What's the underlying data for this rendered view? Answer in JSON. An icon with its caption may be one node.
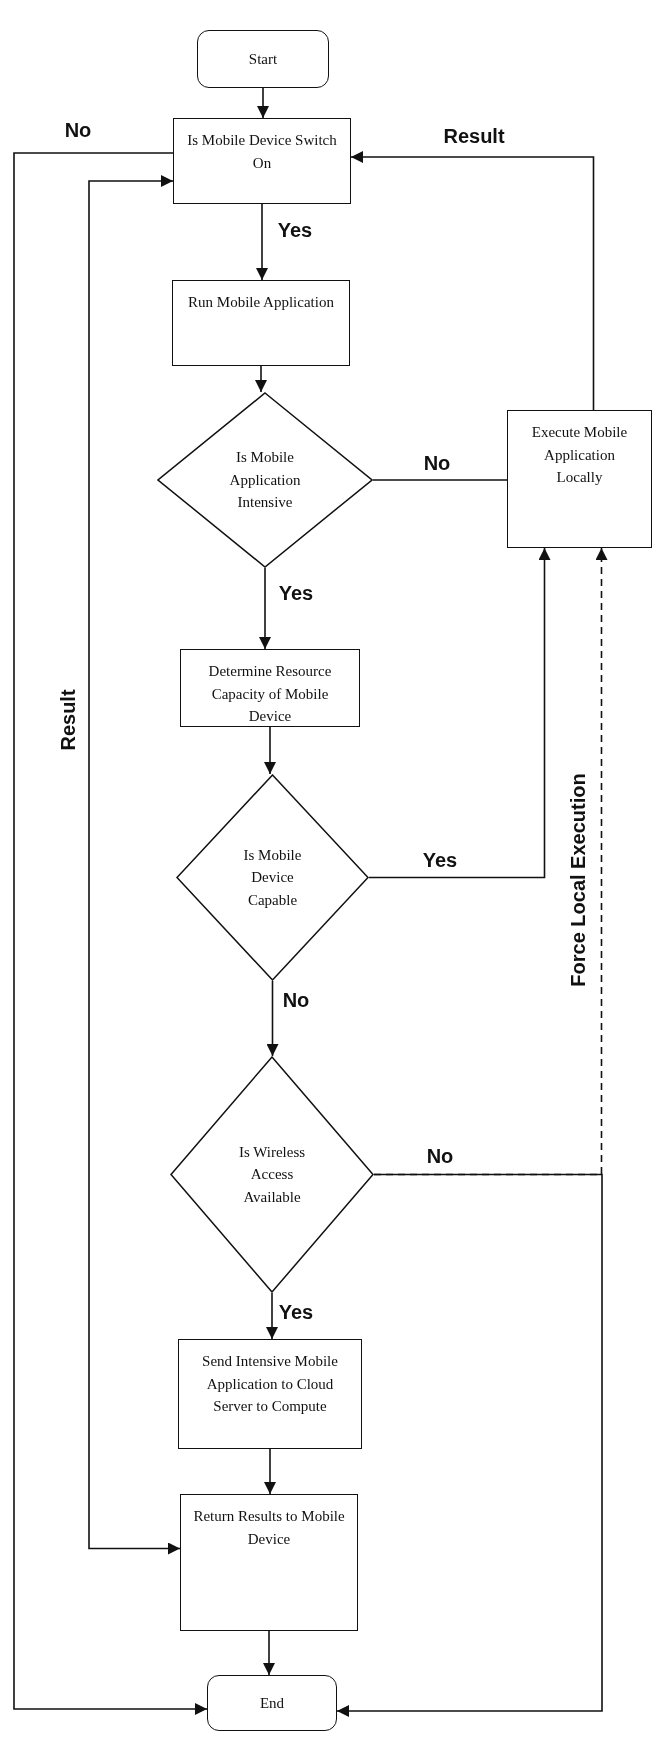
{
  "diagram": {
    "nodes": [
      {
        "text": [
          "Start"
        ]
      },
      {
        "text": [
          "Is Mobile Device Switch On"
        ]
      },
      {
        "text": [
          "Run Mobile Application"
        ]
      },
      {
        "text": [
          "Is Mobile Application Intensive"
        ]
      },
      {
        "text": [
          "Execute Mobile Application Locally"
        ]
      },
      {
        "text": [
          "Determine Resource Capacity of Mobile Device"
        ]
      },
      {
        "text": [
          "Is Mobile Device Capable"
        ]
      },
      {
        "text": [
          "Is Wireless Access Available"
        ]
      },
      {
        "text": [
          "Send Intensive Mobile Application to Cloud Server to Compute"
        ]
      },
      {
        "text": [
          "Return Results to Mobile Device"
        ]
      },
      {
        "text": [
          "End"
        ]
      }
    ],
    "edges": [
      {
        "from": 0,
        "to": 1,
        "arrow": "to"
      },
      {
        "from": 1,
        "to": 2,
        "arrow": "to",
        "label": "Yes"
      },
      {
        "from": 2,
        "to": 3,
        "arrow": "to"
      },
      {
        "from": 3,
        "to": 4,
        "arrow": "none",
        "label": "No"
      },
      {
        "from": 4,
        "to": 1,
        "arrow": "to",
        "label": "Result"
      },
      {
        "from": 3,
        "to": 5,
        "arrow": "to",
        "label": "Yes"
      },
      {
        "from": 5,
        "to": 6,
        "arrow": "to"
      },
      {
        "from": 6,
        "to": 4,
        "arrow": "to",
        "label": "Yes"
      },
      {
        "from": 6,
        "to": 7,
        "arrow": "to",
        "label": "No"
      },
      {
        "from": 7,
        "to": 10,
        "arrow": "to",
        "label": "No"
      },
      {
        "from": 7,
        "to": 4,
        "arrow": "to",
        "label": "Force Local Execution",
        "style": "dashed"
      },
      {
        "from": 7,
        "to": 8,
        "arrow": "to",
        "label": "Yes"
      },
      {
        "from": 8,
        "to": 9,
        "arrow": "to"
      },
      {
        "from": 9,
        "to": 10,
        "arrow": "to"
      },
      {
        "from": 1,
        "to": 10,
        "arrow": "to",
        "label": "No"
      },
      {
        "from": 1,
        "to": 9,
        "arrow": "both",
        "label": "Result"
      }
    ]
  }
}
